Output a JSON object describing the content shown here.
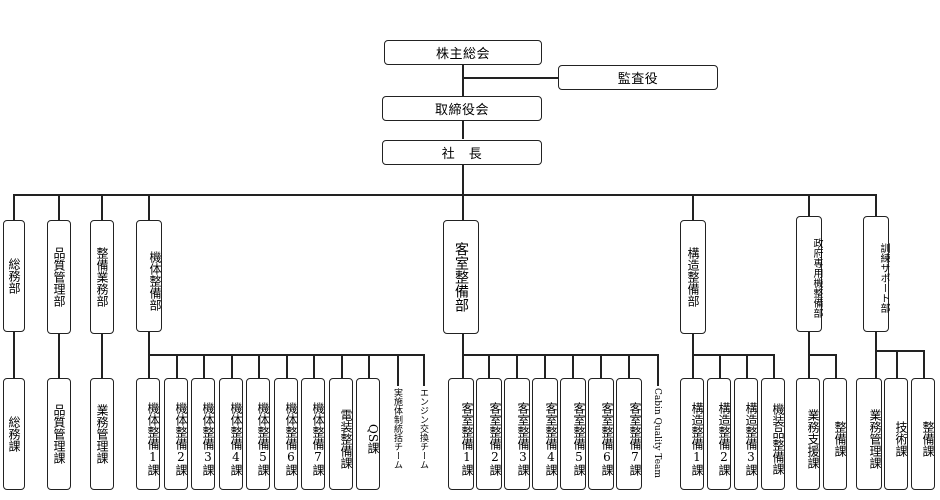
{
  "top": {
    "shareholders": "株主総会",
    "auditor": "監査役",
    "board": "取締役会",
    "president": "社　長"
  },
  "departments": {
    "general_affairs": "総務部",
    "quality_management": "品質管理部",
    "maintenance_operations": "整備業務部",
    "airframe": "機体整備部",
    "cabin": "客室整備部",
    "structure": "構造整備部",
    "gov_aircraft": "政府専用機整備部",
    "training_support": "訓練サポート部"
  },
  "sections": {
    "general_affairs_sec": "総務課",
    "quality_management_sec": "品質管理課",
    "maintenance_operations_sec": "業務管理課",
    "airframe_1": "機体整備1課",
    "airframe_2": "機体整備2課",
    "airframe_3": "機体整備3課",
    "airframe_4": "機体整備4課",
    "airframe_5": "機体整備5課",
    "airframe_6": "機体整備6課",
    "airframe_7": "機体整備7課",
    "electrical": "電装整備課",
    "qs": "QS課",
    "implementation_team": "実施体制統括チーム",
    "engine_team": "エンジン交換チーム",
    "cabin_1": "客室整備1課",
    "cabin_2": "客室整備2課",
    "cabin_3": "客室整備3課",
    "cabin_4": "客室整備4課",
    "cabin_5": "客室整備5課",
    "cabin_6": "客室整備6課",
    "cabin_7": "客室整備7課",
    "cabin_quality_team": "Cabin Quality Team",
    "structure_1": "構造整備1課",
    "structure_2": "構造整備2課",
    "structure_3": "構造整備3課",
    "equipment": "機装品整備課",
    "business_support": "業務支援課",
    "maintenance": "整備課",
    "training_business": "業務管理課",
    "technical": "技術課",
    "training_maintenance": "整備課"
  }
}
